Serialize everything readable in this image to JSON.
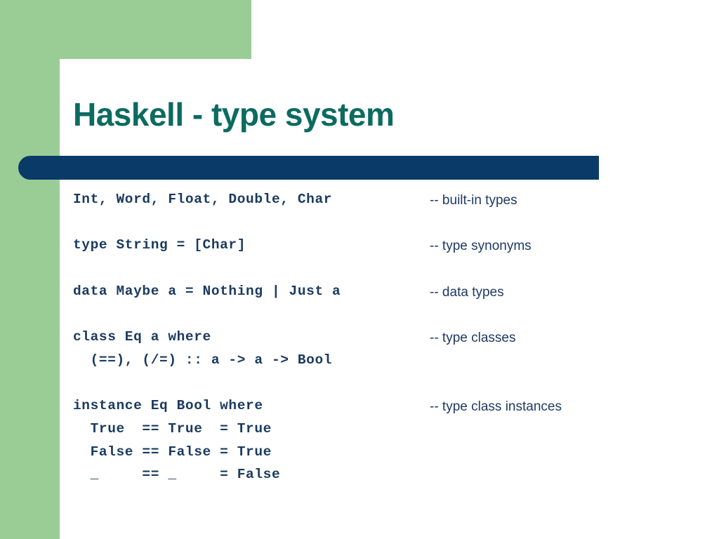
{
  "slide": {
    "title": "Haskell - type system",
    "colors": {
      "accent_green": "#9acd95",
      "title_teal": "#0c6b60",
      "rule_navy": "#0a3a68",
      "code_navy": "#1a3a5f",
      "comment_navy": "#1f3a63",
      "background": "#ffffff"
    }
  },
  "code": {
    "lines": [
      "Int, Word, Float, Double, Char",
      "type String = [Char]",
      "data Maybe a = Nothing | Just a",
      "class Eq a where",
      "  (==), (/=) :: a -> a -> Bool",
      "instance Eq Bool where",
      "  True  == True  = True",
      "  False == False = True",
      "  _     == _     = False"
    ]
  },
  "comments": {
    "lines": [
      "-- built-in types",
      "-- type synonyms",
      "-- data types",
      "-- type classes",
      "-- type class instances"
    ]
  }
}
